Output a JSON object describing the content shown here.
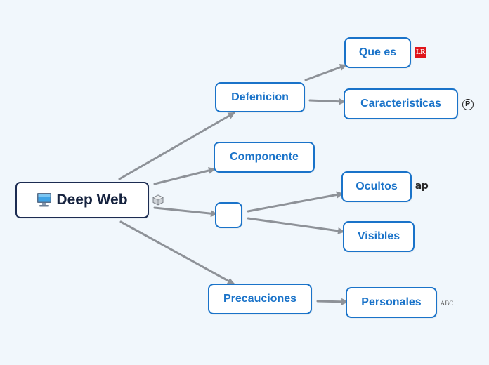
{
  "colors": {
    "background": "#f1f7fc",
    "node_border": "#1a73c9",
    "node_text": "#1a73c9",
    "root_border": "#1c2c52",
    "root_text": "#16233f",
    "connector": "#8e9298"
  },
  "root": {
    "label": "Deep Web",
    "icon": "computer-monitor-icon",
    "marker_icon": "cube-icon"
  },
  "nodes": {
    "defenicion": {
      "label": "Defenicion"
    },
    "que_es": {
      "label": "Que es",
      "marker_icon": "lr-logo-icon",
      "marker_text": "LR"
    },
    "caracteristicas": {
      "label": "Caracteristicas",
      "marker_icon": "pirate-party-icon",
      "marker_text": "P"
    },
    "componente": {
      "label": "Componente"
    },
    "blank": {
      "label": ""
    },
    "ocultos": {
      "label": "Ocultos",
      "marker_icon": "ap-logo-icon",
      "marker_text": "ap"
    },
    "visibles": {
      "label": "Visibles"
    },
    "precauciones": {
      "label": "Precauciones"
    },
    "personales": {
      "label": "Personales",
      "marker_icon": "abc-logo-icon",
      "marker_text": "ABC"
    }
  }
}
